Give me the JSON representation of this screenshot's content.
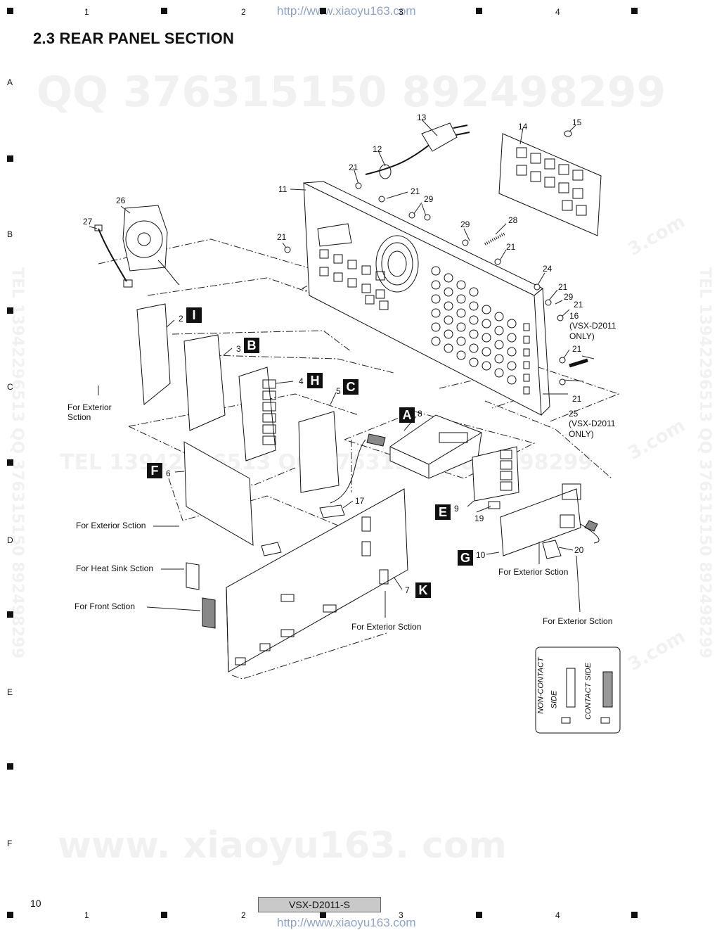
{
  "header": {
    "url_top": "http://www.xiaoyu163.com",
    "title": "2.3  REAR PANEL SECTION"
  },
  "footer": {
    "page_number": "10",
    "model": "VSX-D2011-S",
    "url_bottom": "http://www.xiaoyu163.com"
  },
  "grid": {
    "columns": [
      "1",
      "2",
      "3",
      "4"
    ],
    "rows": [
      "A",
      "B",
      "C",
      "D",
      "E",
      "F"
    ]
  },
  "watermarks": {
    "qq_top": "QQ 376315150   892498299",
    "tel_mid": "TEL 13942296513  QQ 376315150  892498299",
    "www_bottom": "www. xiaoyu163. com",
    "tel_right": "TEL 13942296513  QQ 376315150  892498299",
    "tel_left": "TEL 13942296513  QQ 376315150  892498299",
    "site_small": "3.com"
  },
  "parts": {
    "p2": "2",
    "p3": "3",
    "p4": "4",
    "p5": "5",
    "p6": "6",
    "p7": "7",
    "p8": "8",
    "p9": "9",
    "p10": "10",
    "p11": "11",
    "p12": "12",
    "p13": "13",
    "p14": "14",
    "p15": "15",
    "p16": "16",
    "p17": "17",
    "p19": "19",
    "p20": "20",
    "p21": "21",
    "p24": "24",
    "p25": "25",
    "p26": "26",
    "p27": "27",
    "p28": "28",
    "p29": "29"
  },
  "notes": {
    "vsx_d2011": "(VSX-D2011",
    "only": "ONLY)"
  },
  "badges": {
    "I": "I",
    "B": "B",
    "H": "H",
    "C": "C",
    "A": "A",
    "F": "F",
    "E": "E",
    "G": "G",
    "K": "K"
  },
  "refs": {
    "exterior": "For Exterior Sction",
    "exterior_a": "For Exterior",
    "exterior_b": "Sction",
    "heat_sink": "For Heat Sink Sction",
    "front": "For Front Sction"
  },
  "legend": {
    "non_contact": "NON-CONTACT",
    "side": "SIDE",
    "contact": "CONTACT SIDE"
  }
}
